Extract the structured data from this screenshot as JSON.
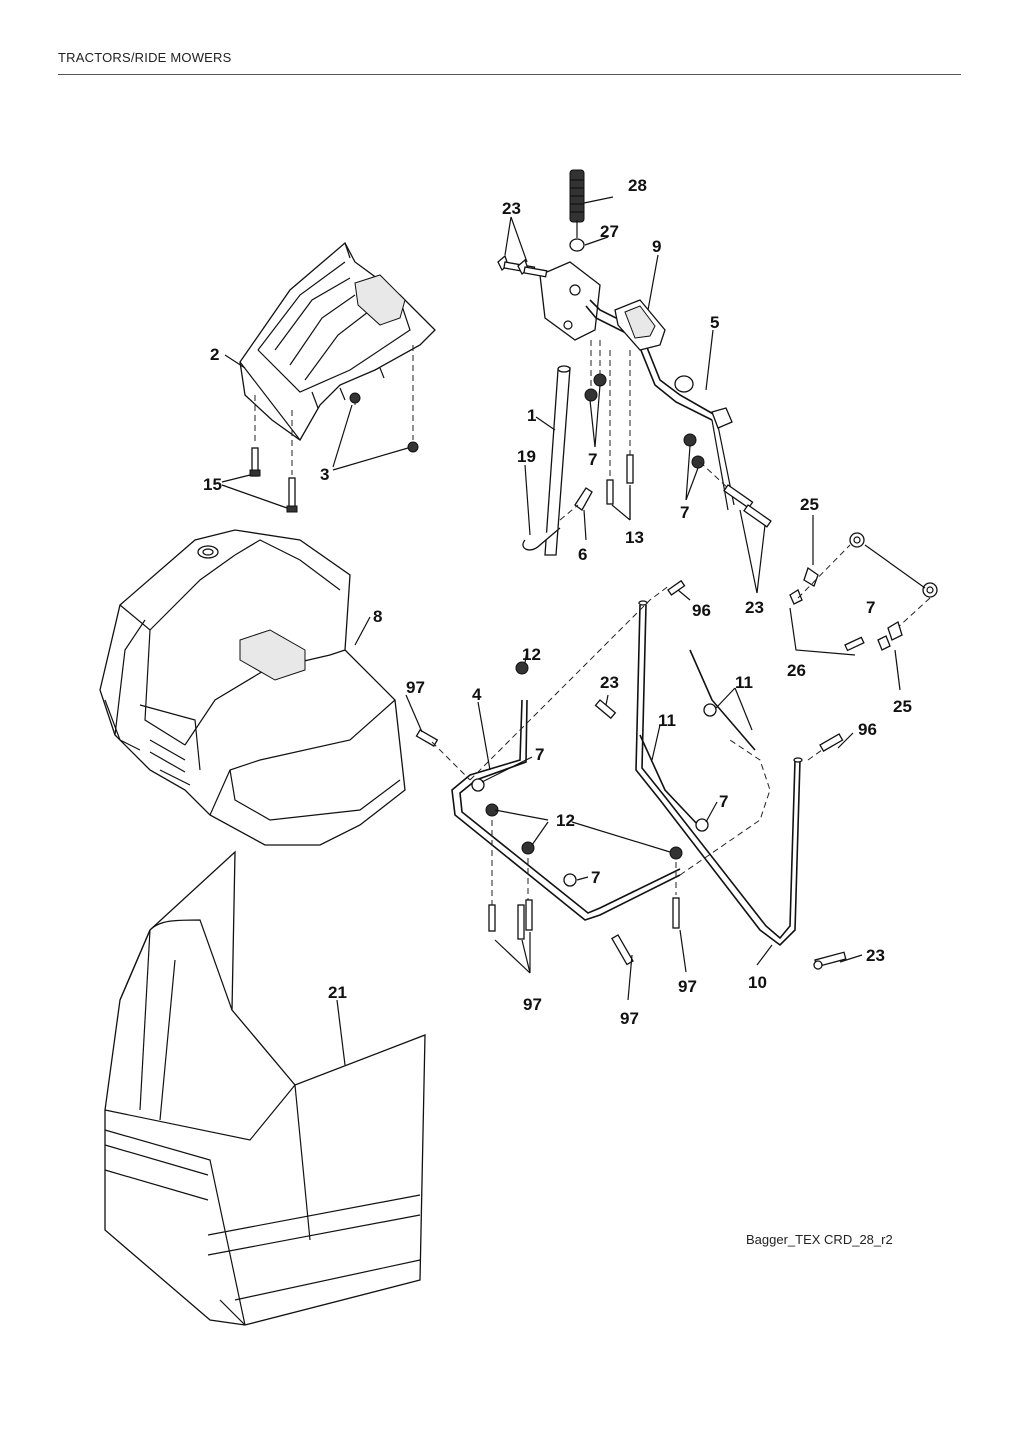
{
  "header": {
    "title": "TRACTORS/RIDE MOWERS"
  },
  "diagram": {
    "reference_code": "Bagger_TEX CRD_28_r2",
    "callouts": {
      "c28": "28",
      "c23a": "23",
      "c27": "27",
      "c9": "9",
      "c5": "5",
      "c2": "2",
      "c1": "1",
      "c19": "19",
      "c7a": "7",
      "c7b": "7",
      "c15": "15",
      "c3": "3",
      "c13": "13",
      "c6": "6",
      "c25a": "25",
      "c23b": "23",
      "c96a": "96",
      "c7c": "7",
      "c8": "8",
      "c12a": "12",
      "c97a": "97",
      "c4": "4",
      "c23c": "23",
      "c11a": "11",
      "c26": "26",
      "c25b": "25",
      "c11b": "11",
      "c96b": "96",
      "c7d": "7",
      "c7e": "7",
      "c12b": "12",
      "c7f": "7",
      "c23d": "23",
      "c97b": "97",
      "c97c": "97",
      "c97d": "97",
      "c10": "10",
      "c21": "21"
    }
  }
}
